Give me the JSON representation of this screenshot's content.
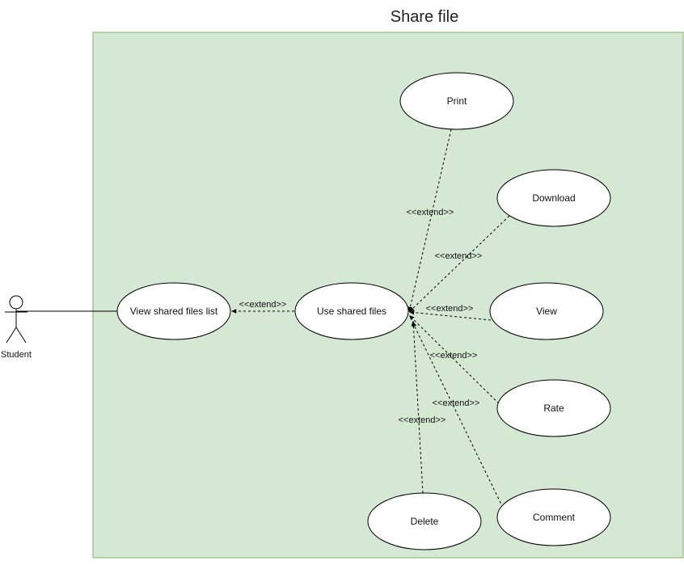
{
  "title": "Share file",
  "boundary": {
    "fill": "#d5e8d4",
    "stroke": "#82b366"
  },
  "actor": {
    "label": "Student"
  },
  "use_cases": {
    "view_list": "View shared files list",
    "use_shared": "Use shared files",
    "print": "Print",
    "download": "Download",
    "view": "View",
    "rate": "Rate",
    "comment": "Comment",
    "delete": "Delete"
  },
  "relations": {
    "use_to_list": "<<extend>>",
    "print": "<<extend>>",
    "download": "<<extend>>",
    "view": "<<extend>>",
    "rate": "<<extend>>",
    "comment": "<<extend>>",
    "delete": "<<extend>>"
  }
}
